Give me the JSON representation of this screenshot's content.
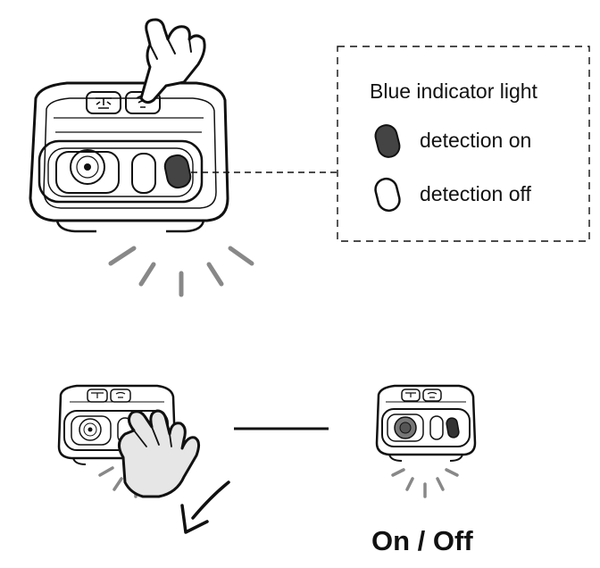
{
  "legend": {
    "title": "Blue indicator light",
    "items": [
      {
        "label": "detection on",
        "state": "filled"
      },
      {
        "label": "detection off",
        "state": "outline"
      }
    ]
  },
  "caption": "On / Off",
  "colors": {
    "ink": "#111111",
    "indicator_on": "#444444",
    "lamp_gray": "#777777",
    "hand_fill": "#e6e6e6",
    "ray_gray": "#888888"
  },
  "icons": [
    "pointing-hand-icon",
    "waving-hand-icon",
    "curved-arrow-icon",
    "lamp-ray-icon",
    "sensor-wave-icon",
    "light-beam-icon"
  ]
}
